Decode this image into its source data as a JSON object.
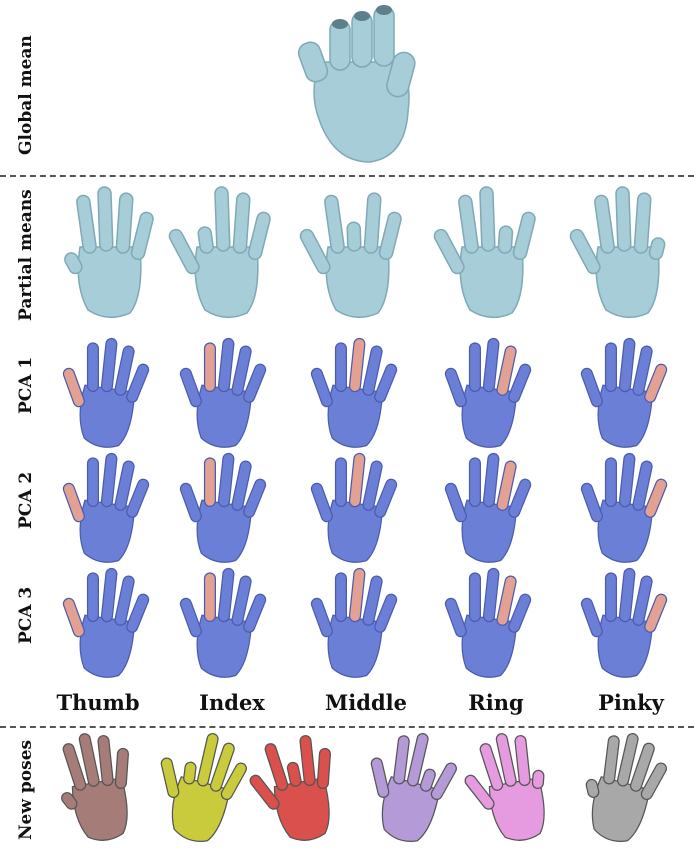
{
  "row_labels": {
    "global_mean": "Global mean",
    "partial_means": "Partial means",
    "pca1": "PCA 1",
    "pca2": "PCA 2",
    "pca3": "PCA 3",
    "new_poses": "New poses"
  },
  "columns": [
    "Thumb",
    "Index",
    "Middle",
    "Ring",
    "Pinky"
  ],
  "colors": {
    "mean_hand": "#a6cdd8",
    "pca_hand": "#6c7fd6",
    "deformation_highlight": "#e3a193",
    "new_pose_colors": [
      "#a57c78",
      "#c9cb3c",
      "#d9504c",
      "#b59ad8",
      "#e69ae0",
      "#a8a8a8"
    ]
  },
  "icons": [
    "hand-shape-icon"
  ]
}
